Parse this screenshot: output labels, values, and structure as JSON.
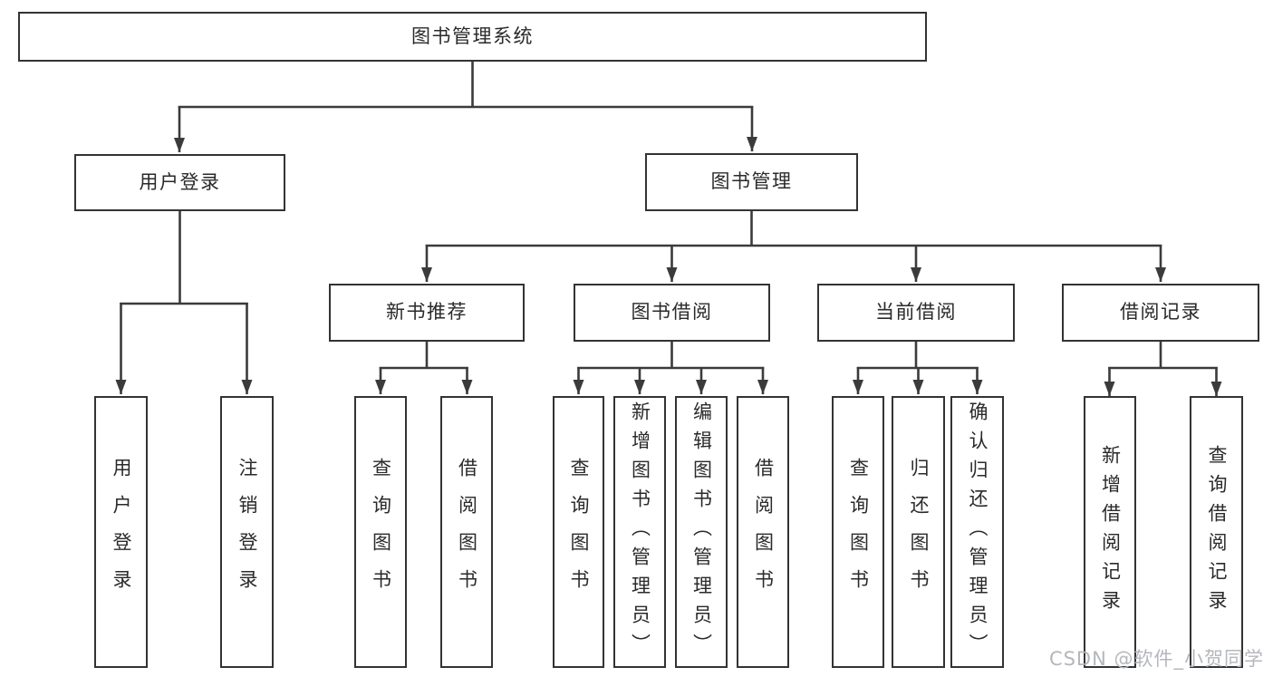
{
  "tree": {
    "label": "图书管理系统",
    "children": [
      {
        "label": "用户登录",
        "children": [
          {
            "label": "用户登录"
          },
          {
            "label": "注销登录"
          }
        ]
      },
      {
        "label": "图书管理",
        "children": [
          {
            "label": "新书推荐",
            "children": [
              {
                "label": "查询图书"
              },
              {
                "label": "借阅图书"
              }
            ]
          },
          {
            "label": "图书借阅",
            "children": [
              {
                "label": "查询图书"
              },
              {
                "label": "新增图书（管理员）"
              },
              {
                "label": "编辑图书（管理员）"
              },
              {
                "label": "借阅图书"
              }
            ]
          },
          {
            "label": "当前借阅",
            "children": [
              {
                "label": "查询图书"
              },
              {
                "label": "归还图书"
              },
              {
                "label": "确认归还（管理员）"
              }
            ]
          },
          {
            "label": "借阅记录",
            "children": [
              {
                "label": "新增借阅记录"
              },
              {
                "label": "查询借阅记录"
              }
            ]
          }
        ]
      }
    ]
  },
  "watermark": {
    "text": "CSDN @软件_小贺同学"
  },
  "colors": {
    "line": "#3b3b3b",
    "box_border": "#333333",
    "text": "#2a2a2a",
    "watermark": "#b4b7bb",
    "background": "#ffffff"
  }
}
